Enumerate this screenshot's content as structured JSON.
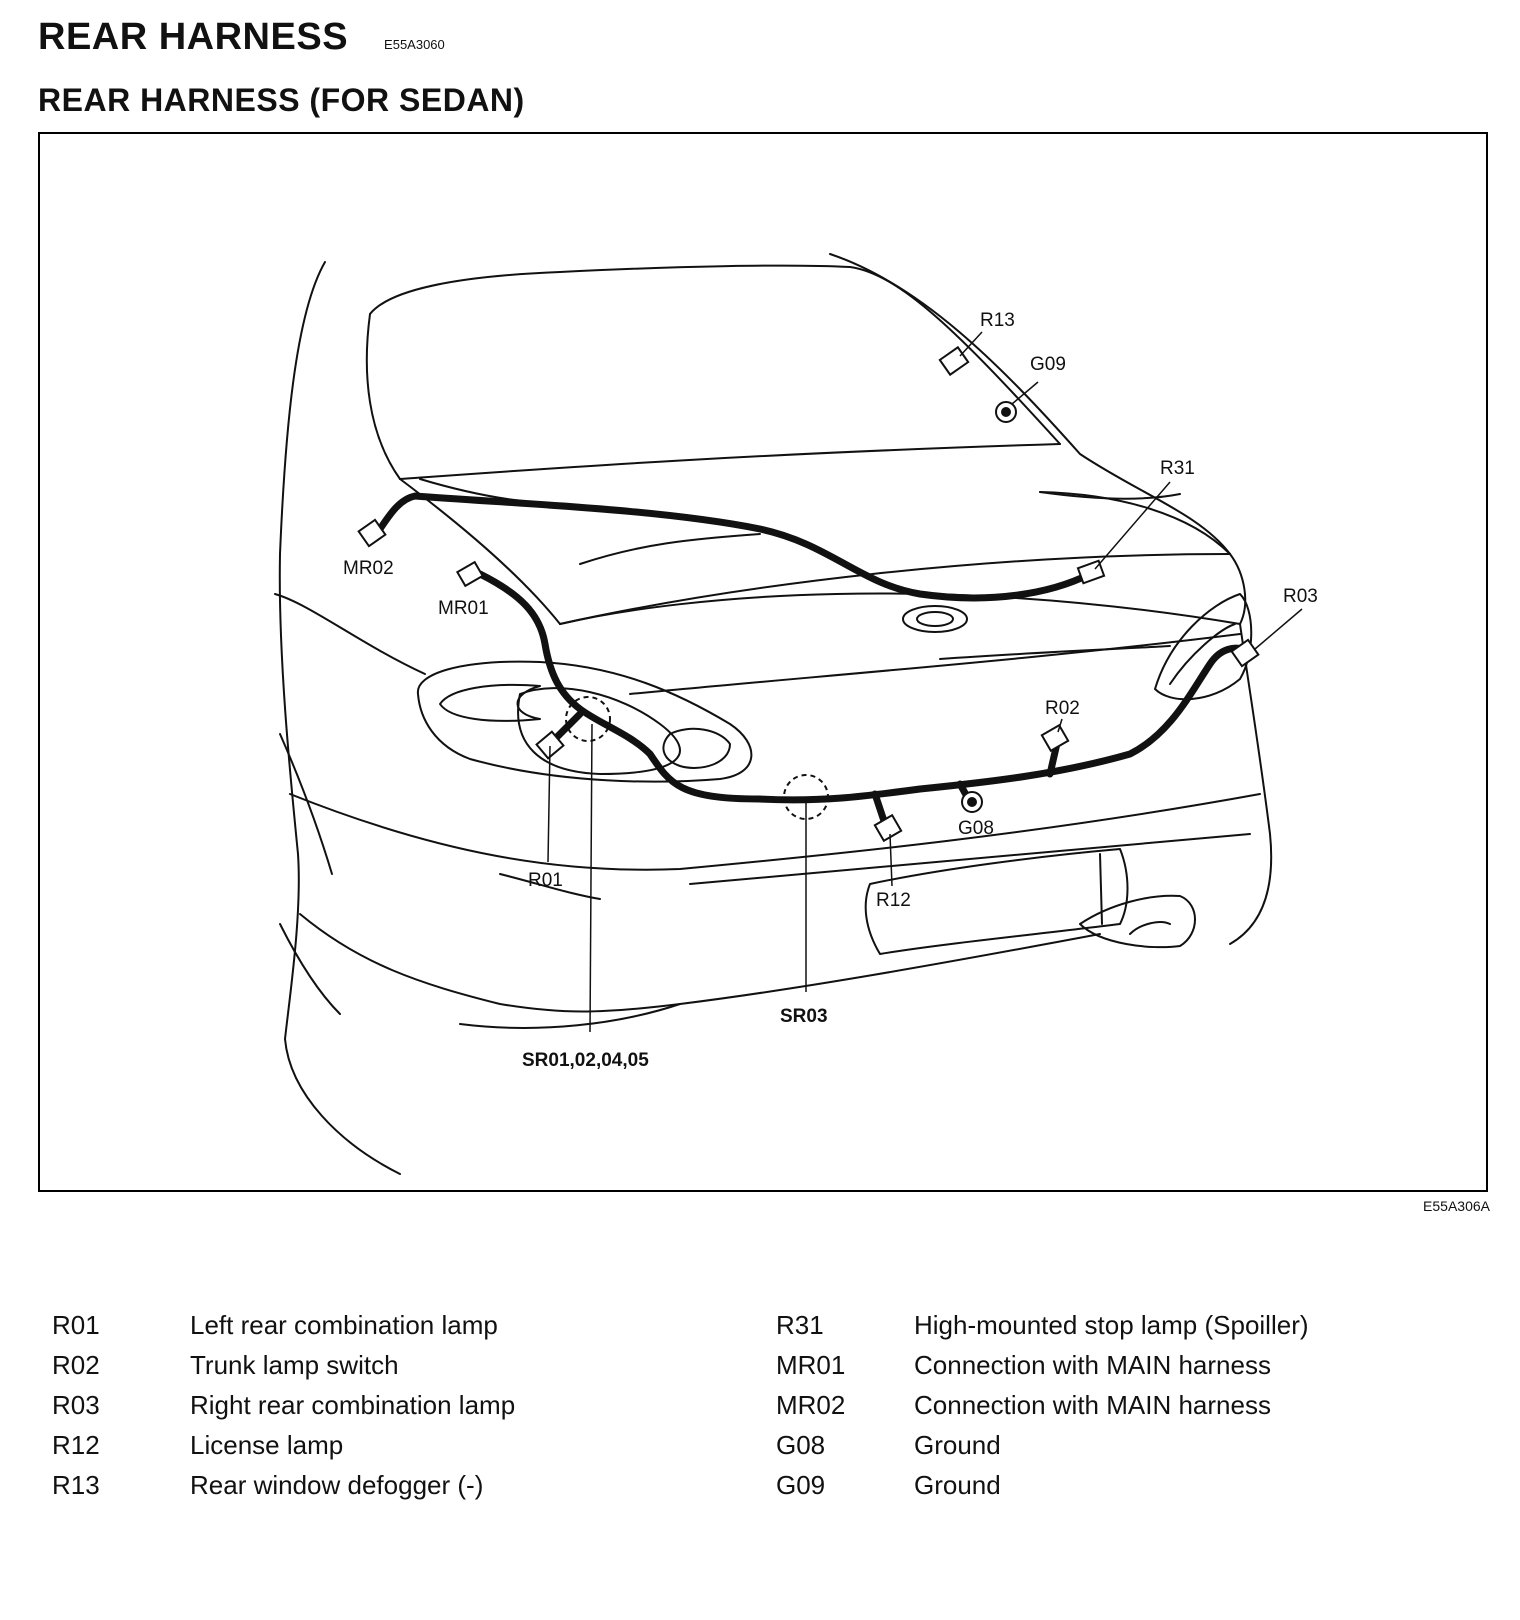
{
  "header": {
    "title": "REAR HARNESS",
    "doc_code": "E55A3060",
    "subtitle": "REAR HARNESS (FOR SEDAN)"
  },
  "diagram": {
    "figure_code": "E55A306A",
    "callouts": {
      "r13": "R13",
      "g09": "G09",
      "r31": "R31",
      "mr02": "MR02",
      "mr01": "MR01",
      "r03": "R03",
      "r02": "R02",
      "g08": "G08",
      "r01": "R01",
      "r12": "R12",
      "sr03": "SR03",
      "sr01": "SR01,02,04,05"
    }
  },
  "legend": {
    "left": [
      {
        "code": "R01",
        "desc": "Left rear combination lamp"
      },
      {
        "code": "R02",
        "desc": "Trunk lamp switch"
      },
      {
        "code": "R03",
        "desc": "Right rear combination lamp"
      },
      {
        "code": "R12",
        "desc": "License lamp"
      },
      {
        "code": "R13",
        "desc": "Rear window defogger (-)"
      }
    ],
    "right": [
      {
        "code": "R31",
        "desc": "High-mounted stop lamp (Spoiller)"
      },
      {
        "code": "MR01",
        "desc": "Connection with MAIN harness"
      },
      {
        "code": "MR02",
        "desc": "Connection with MAIN harness"
      },
      {
        "code": "G08",
        "desc": "Ground"
      },
      {
        "code": "G09",
        "desc": "Ground"
      }
    ]
  }
}
